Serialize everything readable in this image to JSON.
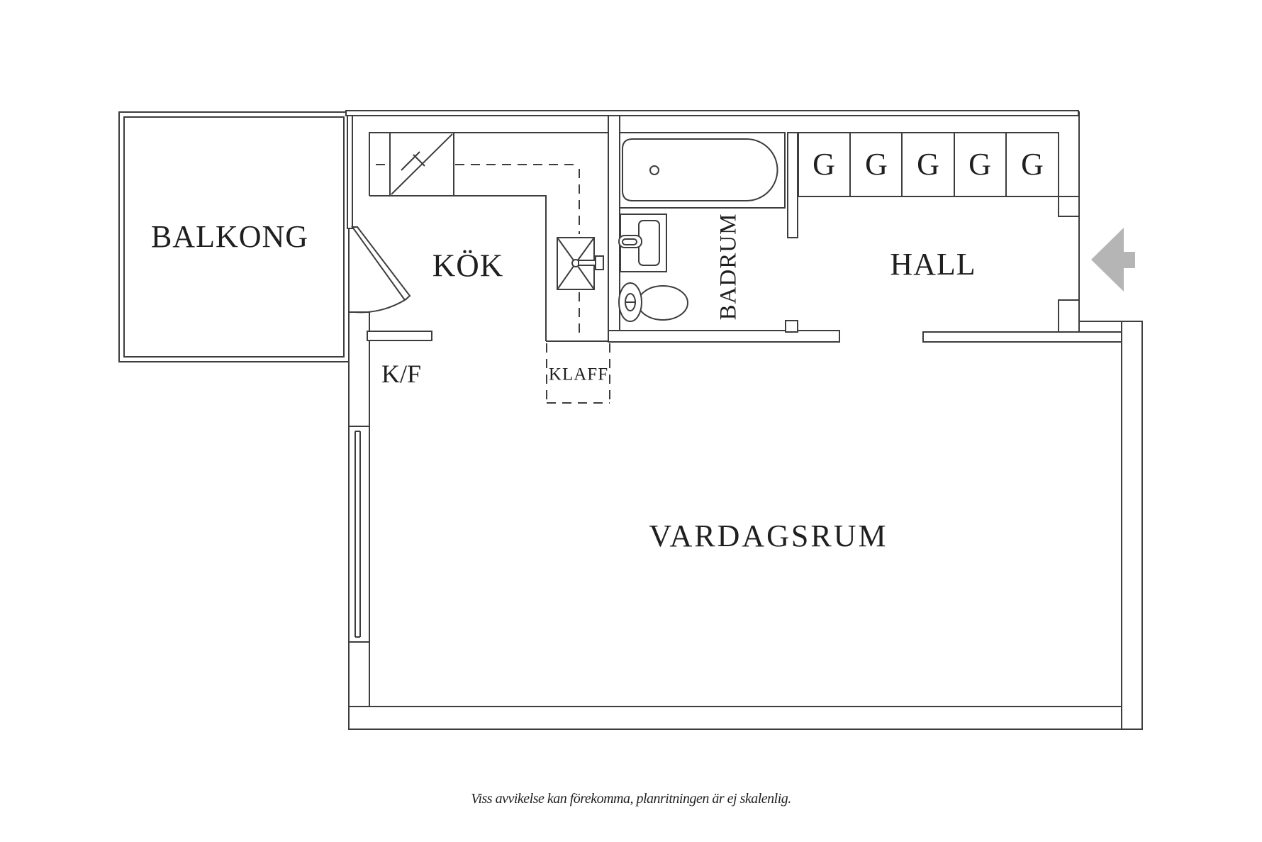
{
  "colors": {
    "line": "#3d3d3d",
    "text": "#1f1f1f",
    "arrow": "#b5b5b5",
    "background": "#ffffff"
  },
  "labels": {
    "balcony": "BALKONG",
    "kitchen": "KÖK",
    "fridge_freezer": "K/F",
    "flap_table": "KLAFF",
    "bathroom": "BADRUM",
    "hall": "HALL",
    "living_room": "VARDAGSRUM"
  },
  "wardrobes": {
    "labels": [
      "G",
      "G",
      "G",
      "G",
      "G"
    ]
  },
  "footer": {
    "disclaimer": "Viss avvikelse kan förekomma, planritningen är ej skalenlig."
  }
}
